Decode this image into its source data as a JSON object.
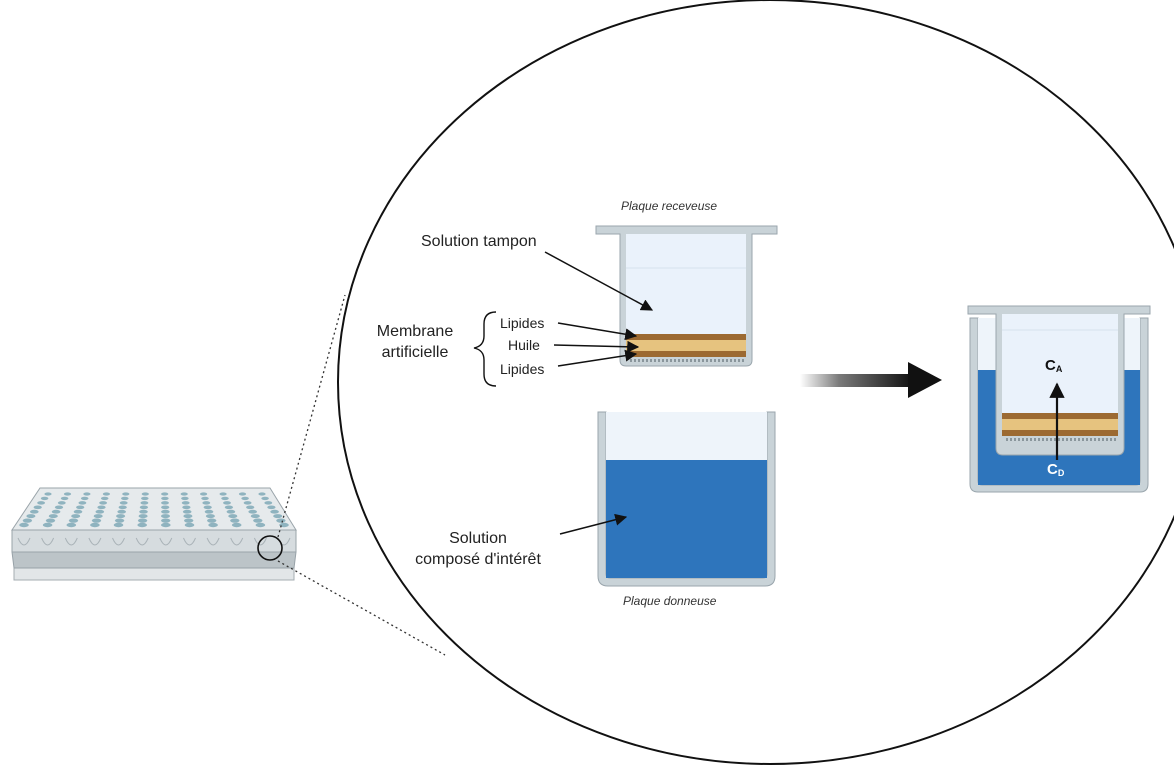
{
  "labels": {
    "receiver_plate": "Plaque receveuse",
    "donor_plate": "Plaque donneuse",
    "buffer_solution": "Solution tampon",
    "membrane_line1": "Membrane",
    "membrane_line2": "artificielle",
    "lipids_top": "Lipides",
    "oil": "Huile",
    "lipids_bottom": "Lipides",
    "compound_line1": "Solution",
    "compound_line2": "composé d'intérêt",
    "conc_acceptor_main": "C",
    "conc_acceptor_sub": "A",
    "conc_donor_main": "C",
    "conc_donor_sub": "D"
  },
  "colors": {
    "blue_solution": "#2e75bc",
    "light_solution": "#eaf2fb",
    "lipid": "#9c6a32",
    "oil": "#e6c37f",
    "wall": "#c9d3d8",
    "plate": "#dfe3e6",
    "well": "#8fb3bf"
  },
  "plate": {
    "rows": 8,
    "columns": 12
  }
}
